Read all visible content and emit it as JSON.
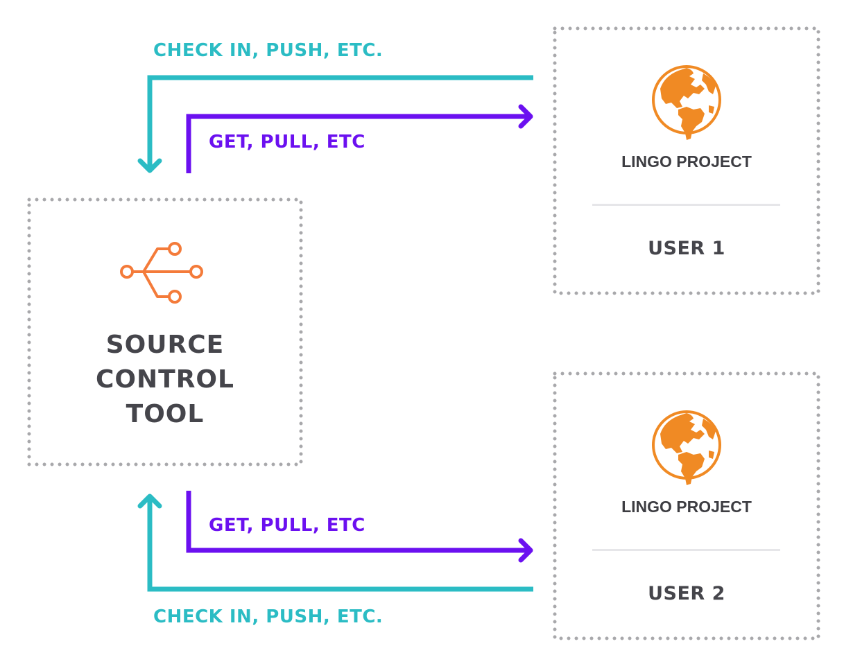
{
  "colors": {
    "teal": "#2bbcc4",
    "purple": "#6b10f0",
    "orange": "#f08a24",
    "icon_orange": "#f47b3a",
    "text": "#45454b",
    "frame": "#a8a8ab"
  },
  "source_control": {
    "icon": "branch-icon",
    "title_lines": [
      "SOURCE",
      "CONTROL",
      "TOOL"
    ]
  },
  "users": [
    {
      "icon": "globe-icon",
      "project_label": "LINGO PROJECT",
      "user_label": "USER 1"
    },
    {
      "icon": "globe-icon",
      "project_label": "LINGO PROJECT",
      "user_label": "USER 2"
    }
  ],
  "flows": {
    "checkin_top": "CHECK IN, PUSH, ETC.",
    "get_top": "GET, PULL, ETC",
    "get_bottom": "GET, PULL, ETC",
    "checkin_bottom": "CHECK IN, PUSH, ETC."
  }
}
